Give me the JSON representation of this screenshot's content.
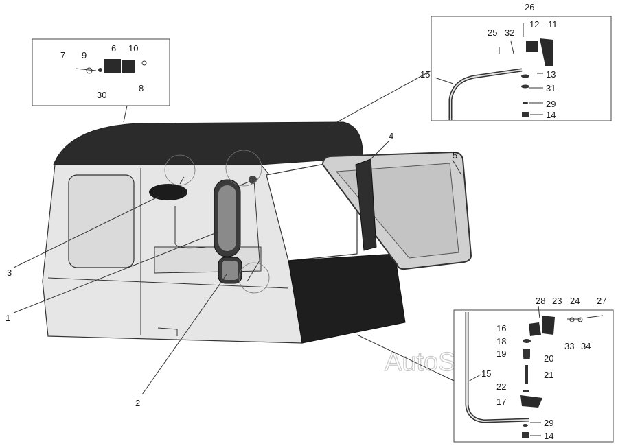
{
  "watermark": "AutoSoft",
  "labels": {
    "l1": "1",
    "l2": "2",
    "l3": "3",
    "l4": "4",
    "l5": "5",
    "l6": "6",
    "l7": "7",
    "l8": "8",
    "l9": "9",
    "l10": "10",
    "l11": "11",
    "l12": "12",
    "l13": "13",
    "l14a": "14",
    "l14b": "14",
    "l15a": "15",
    "l15b": "15",
    "l16": "16",
    "l17": "17",
    "l18": "18",
    "l19": "19",
    "l20": "20",
    "l21": "21",
    "l22": "22",
    "l23": "23",
    "l24": "24",
    "l25": "25",
    "l26": "26",
    "l27": "27",
    "l28": "28",
    "l29a": "29",
    "l29b": "29",
    "l30": "30",
    "l31": "31",
    "l32": "32",
    "l33": "33",
    "l34": "34"
  },
  "colors": {
    "cab_body": "#e6e6e6",
    "cab_roof": "#2b2b2b",
    "cab_dark_panel": "#1e1e1e",
    "glass": "#d9d9d9",
    "outline": "#333333"
  }
}
